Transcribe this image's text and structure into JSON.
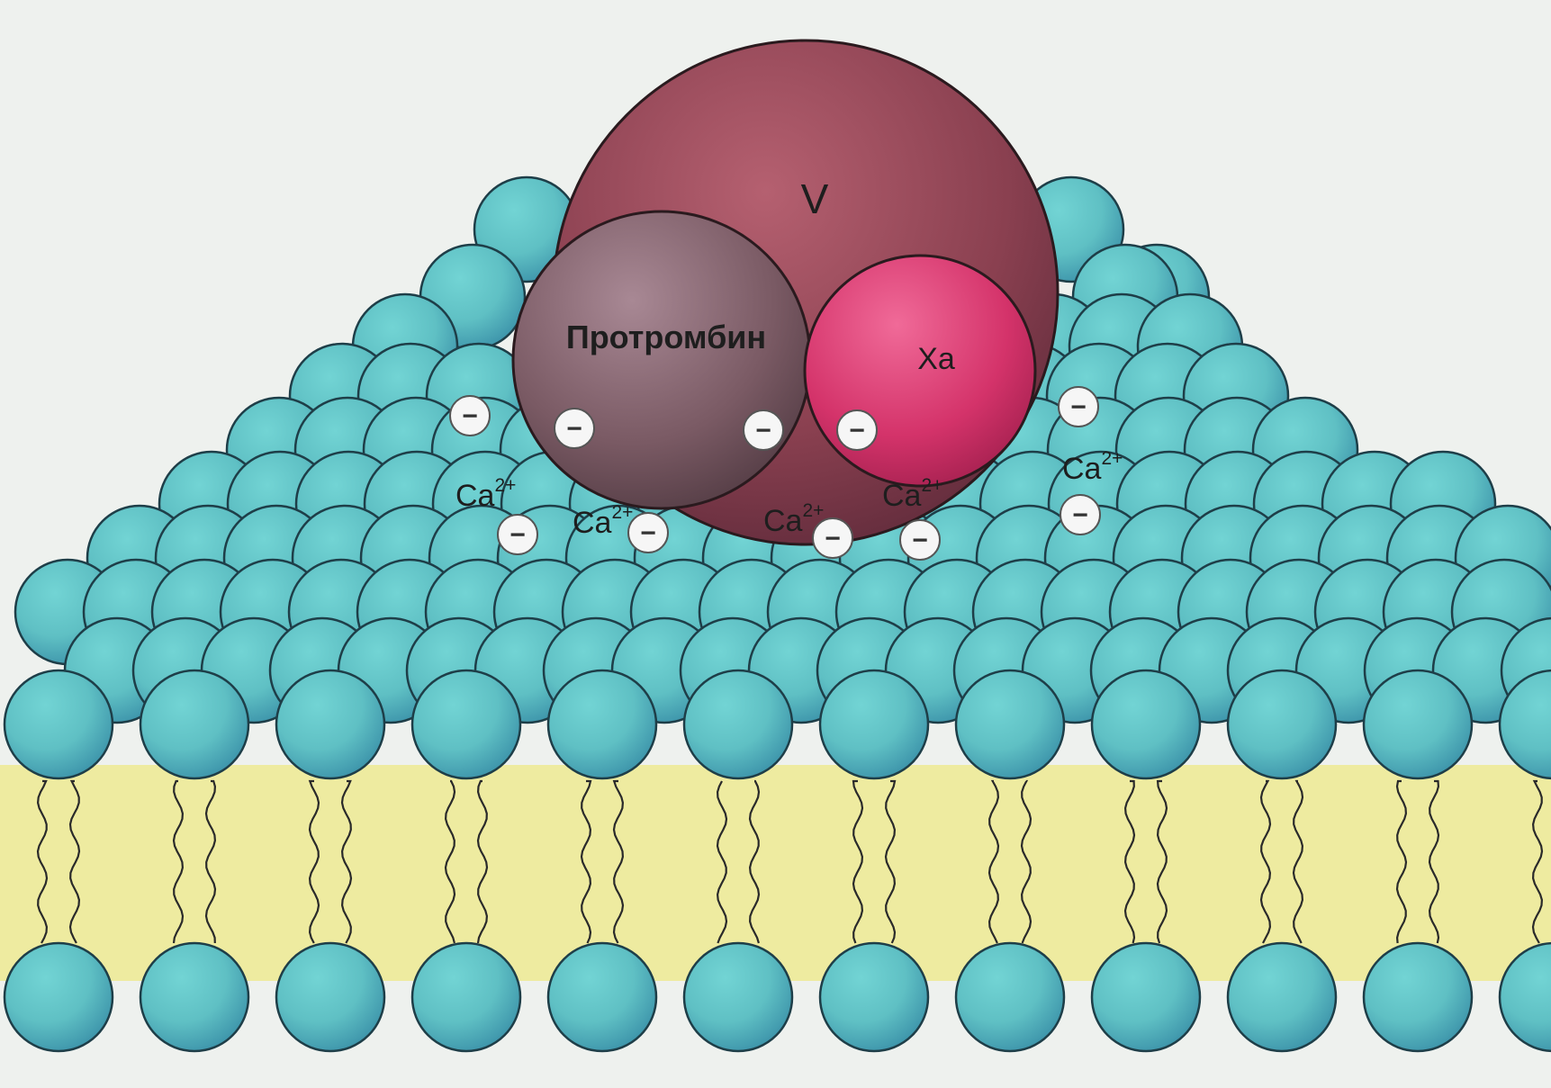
{
  "labels": {
    "factor_v": "V",
    "prothrombin": "Протромбин",
    "factor_xa": "Xa",
    "calcium_base": "Ca",
    "calcium_charge": "2+",
    "negative_charge": "−"
  },
  "colors": {
    "background": "#eef1ee",
    "lipid_head": "#5fc0c4",
    "lipid_head_dark": "#3a90a8",
    "lipid_head_stroke": "#1e3e48",
    "tail_region": "#eeeba0",
    "tail_line": "#2a2a2a",
    "factor_v": "#8a4050",
    "prothrombin": "#7a5a64",
    "factor_xa": "#d4336a",
    "charge_fill": "#f6f6f6",
    "charge_stroke": "#555555"
  },
  "icons": {
    "negative_charge": "minus-in-circle",
    "lipid_head": "sphere",
    "lipid_tail": "wavy-line-pair"
  }
}
